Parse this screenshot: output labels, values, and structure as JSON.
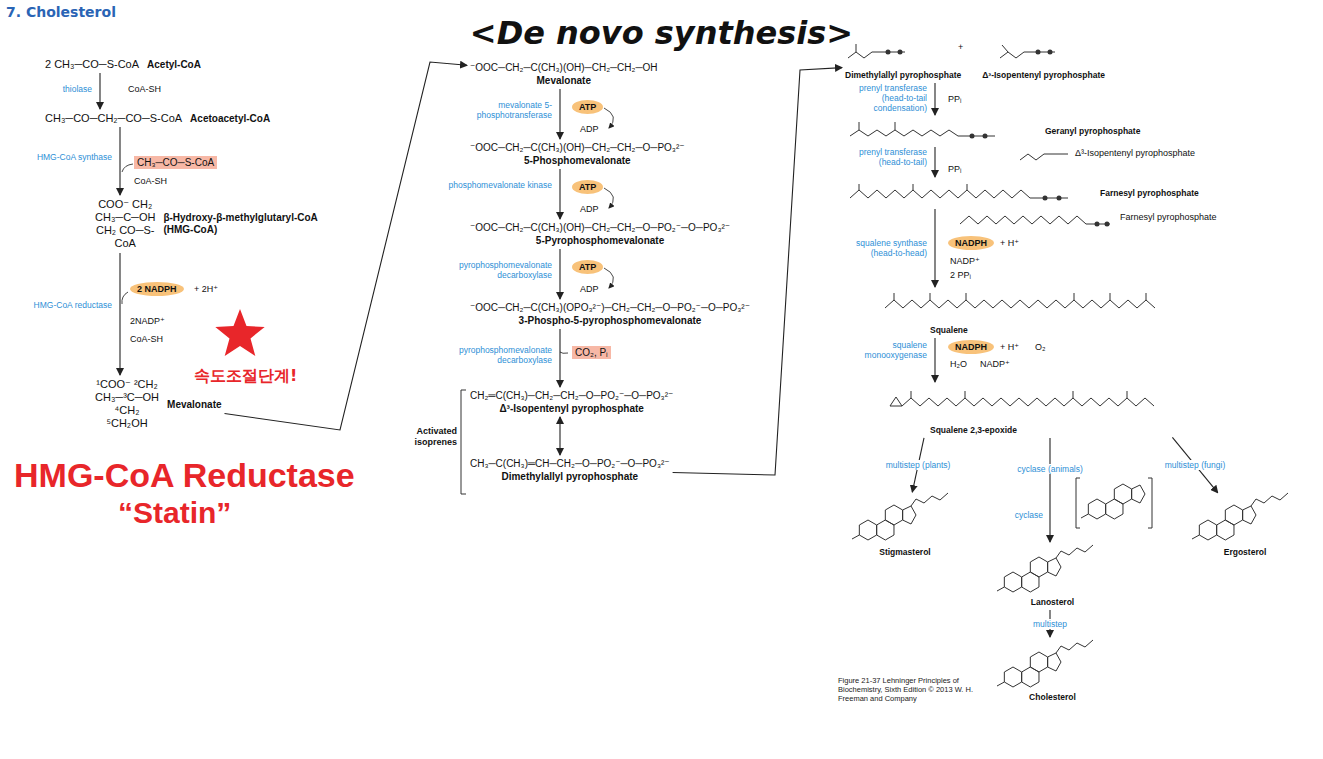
{
  "diagram": {
    "title": "<De novo synthesis>",
    "caption": "Figure 21-37 Lehninger Principles of Biochemistry, Sixth Edition © 2013 W. H. Freeman and Company",
    "nodes": [
      {
        "text": [
          "2 CH₃─CO─S-CoA",
          "Acetyl-CoA"
        ]
      },
      {
        "text": [
          "CH₃─CO─CH₂─CO─S-CoA",
          "Acetoacetyl-CoA"
        ]
      },
      {
        "text": [
          "CH₃─CO─S-CoA"
        ]
      },
      {
        "text": [
          "COO⁻ CH₂ CH₃─C─OH CH₂ CO─S-CoA",
          "β-Hydroxy-β-methylglutaryl-CoA (HMG-CoA)"
        ]
      },
      {
        "text": [
          "2 NADPH"
        ]
      },
      {
        "text": [
          "¹COO⁻ ²CH₂ CH₃─³C─OH ⁴CH₂ ⁵CH₂OH",
          "Mevalonate"
        ]
      },
      {
        "text": [
          "⁻OOC─CH₂─C(CH₃)(OH)─CH₂─CH₂─OH",
          "Mevalonate"
        ]
      },
      {
        "text": [
          "ATP"
        ]
      },
      {
        "text": [
          "⁻OOC─CH₂─C(CH₃)(OH)─CH₂─CH₂─O─PO₃²⁻",
          "5-Phosphomevalonate"
        ]
      },
      {
        "text": [
          "ATP"
        ]
      },
      {
        "text": [
          "⁻OOC─CH₂─C(CH₃)(OH)─CH₂─CH₂─O─PO₂⁻─O─PO₃²⁻",
          "5-Pyrophosphomevalonate"
        ]
      },
      {
        "text": [
          "ATP"
        ]
      },
      {
        "text": [
          "⁻OOC─CH₂─C(CH₃)(OPO₃²⁻)─CH₂─CH₂─O─PO₂⁻─O─PO₃²⁻",
          "3-Phospho-5-pyrophosphomevalonate"
        ]
      },
      {
        "text": [
          "CO₂, Pᵢ"
        ]
      },
      {
        "text": [
          "CH₂═C(CH₃)─CH₂─CH₂─O─PO₂⁻─O─PO₃²⁻",
          "Δ³-Isopentenyl pyrophosphate"
        ]
      },
      {
        "text": [
          "CH₃─C(CH₃)═CH─CH₂─O─PO₂⁻─O─PO₃²⁻",
          "Dimethylallyl pyrophosphate"
        ]
      },
      {
        "text": [
          "Dimethylallyl pyrophosphate",
          "Δ³-Isopentenyl pyrophosphate"
        ]
      },
      {
        "text": [
          "Geranyl pyrophosphate"
        ]
      },
      {
        "text": [
          "Farnesyl pyrophosphate"
        ]
      },
      {
        "text": [
          "NADPH"
        ]
      },
      {
        "text": [
          "Squalene"
        ]
      },
      {
        "text": [
          "NADPH"
        ]
      },
      {
        "text": [
          "Squalene 2,3-epoxide"
        ]
      },
      {
        "text": [
          "Stigmasterol"
        ]
      },
      {
        "text": [
          "Lanosterol"
        ]
      },
      {
        "text": [
          "Ergosterol"
        ]
      },
      {
        "text": [
          "Cholesterol"
        ]
      }
    ],
    "edges": [
      {
        "from": 0,
        "to": 1,
        "arrow": "to"
      },
      {
        "from": 1,
        "to": 3,
        "arrow": "to"
      },
      {
        "from": 3,
        "to": 5,
        "arrow": "to"
      },
      {
        "from": 5,
        "to": 6,
        "arrow": "to"
      },
      {
        "from": 6,
        "to": 8,
        "arrow": "to"
      },
      {
        "from": 8,
        "to": 10,
        "arrow": "to"
      },
      {
        "from": 10,
        "to": 12,
        "arrow": "to"
      },
      {
        "from": 12,
        "to": 14,
        "arrow": "to"
      },
      {
        "from": 14,
        "to": 15,
        "arrow": "both"
      },
      {
        "from": 15,
        "to": 16,
        "arrow": "to"
      },
      {
        "from": 16,
        "to": 17,
        "arrow": "to"
      },
      {
        "from": 17,
        "to": 18,
        "arrow": "to"
      },
      {
        "from": 18,
        "to": 20,
        "arrow": "to"
      },
      {
        "from": 20,
        "to": 22,
        "arrow": "to"
      },
      {
        "from": 22,
        "to": 23,
        "label": "multistep (plants)",
        "arrow": "to"
      },
      {
        "from": 22,
        "to": 24,
        "label": "cyclase (animals)",
        "arrow": "to"
      },
      {
        "from": 22,
        "to": 25,
        "label": "multistep (fungi)",
        "arrow": "to"
      },
      {
        "from": 24,
        "to": 26,
        "label": "multistep",
        "arrow": "to"
      }
    ],
    "labels": [
      "7. Cholesterol",
      "thiolase",
      "CoA-SH",
      "HMG-CoA synthase",
      "CoA-SH",
      "HMG-CoA reductase",
      "+ 2H⁺",
      "2NADP⁺",
      "CoA-SH",
      "속도조절단계!",
      "HMG-CoA Reductase",
      "“Statin”",
      "mevalonate 5-phosphotransferase",
      "ADP",
      "phosphomevalonate kinase",
      "ADP",
      "pyrophosphomevalonate decarboxylase",
      "ADP",
      "pyrophosphomevalonate decarboxylase",
      "Activated isoprenes",
      "+",
      "prenyl transferase (head-to-tail condensation)",
      "PPᵢ",
      "prenyl transferase (head-to-tail)",
      "Δ³-Isopentenyl pyrophosphate",
      "PPᵢ",
      "Farnesyl pyrophosphate",
      "squalene synthase (head-to-head)",
      "+ H⁺",
      "NADP⁺",
      "2 PPᵢ",
      "squalene monooxygenase",
      "+ H⁺",
      "O₂",
      "H₂O",
      "NADP⁺",
      "cyclase"
    ]
  }
}
